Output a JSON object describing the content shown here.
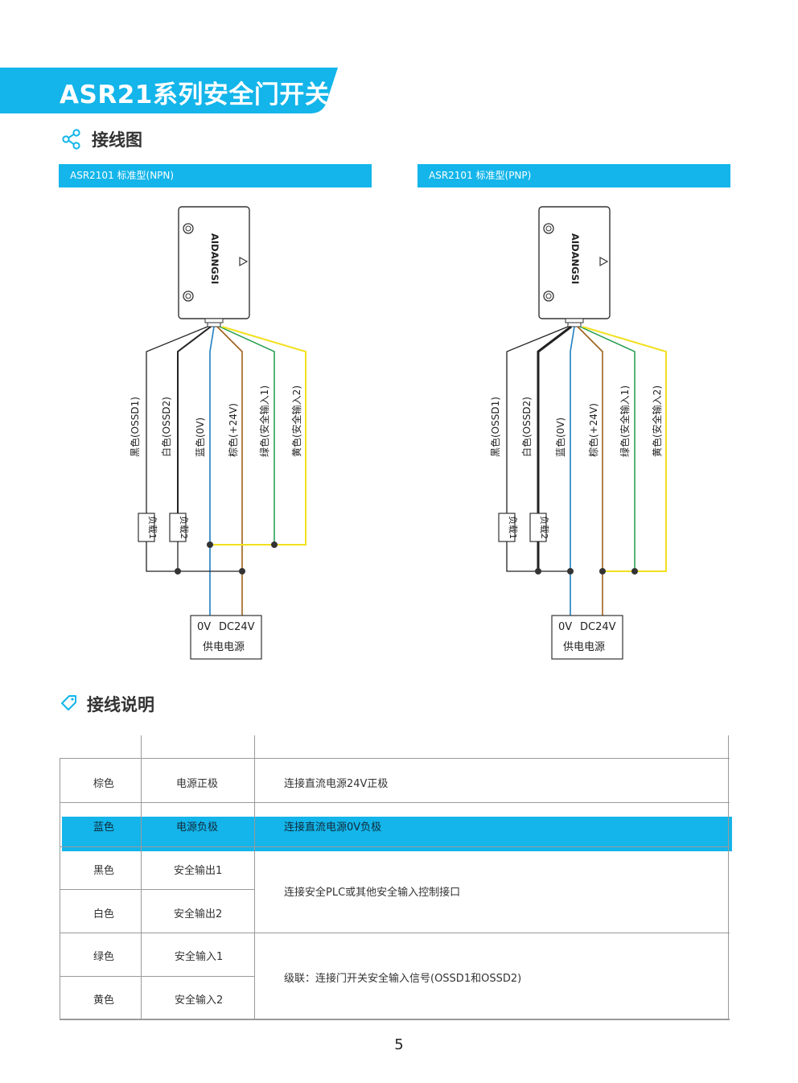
{
  "header": {
    "title": "ASR21系列安全门开关"
  },
  "section1": {
    "title": "接线图"
  },
  "section2": {
    "title": "接线说明"
  },
  "diagrams": [
    {
      "bar_label": "ASR2101 标准型(NPN)",
      "brand": "AIDANGSI",
      "wires": [
        "黑色(OSSD1)",
        "白色(OSSD2)",
        "蓝色(0V)",
        "棕色(+24V)",
        "绿色(安全输入1)",
        "黄色(安全输入2)"
      ],
      "loads": [
        "负载1",
        "负载2"
      ],
      "psu": {
        "v0": "0V",
        "v24": "DC24V",
        "label": "供电电源"
      }
    },
    {
      "bar_label": "ASR2101 标准型(PNP)",
      "brand": "AIDANGSI",
      "wires": [
        "黑色(OSSD1)",
        "白色(OSSD2)",
        "蓝色(0V)",
        "棕色(+24V)",
        "绿色(安全输入1)",
        "黄色(安全输入2)"
      ],
      "loads": [
        "负载1",
        "负载2"
      ],
      "psu": {
        "v0": "0V",
        "v24": "DC24V",
        "label": "供电电源"
      }
    }
  ],
  "table": {
    "rows": [
      {
        "color": "棕色",
        "function": "电源正极"
      },
      {
        "color": "蓝色",
        "function": "电源负极"
      },
      {
        "color": "黑色",
        "function": "安全输出1"
      },
      {
        "color": "白色",
        "function": "安全输出2"
      },
      {
        "color": "绿色",
        "function": "安全输入1"
      },
      {
        "color": "黄色",
        "function": "安全输入2"
      }
    ],
    "descriptions": [
      "连接直流电源24V正极",
      "连接直流电源0V负极",
      "连接安全PLC或其他安全输入控制接口",
      "级联：连接门开关安全输入信号(OSSD1和OSSD2)"
    ]
  },
  "page": {
    "number": "5"
  },
  "colors": {
    "accent": "#13b5ea",
    "wire_black": "#222222",
    "wire_blue": "#1f7fc0",
    "wire_brown": "#a0601a",
    "wire_green": "#1e9a4a",
    "wire_yellow": "#f2e01e"
  }
}
